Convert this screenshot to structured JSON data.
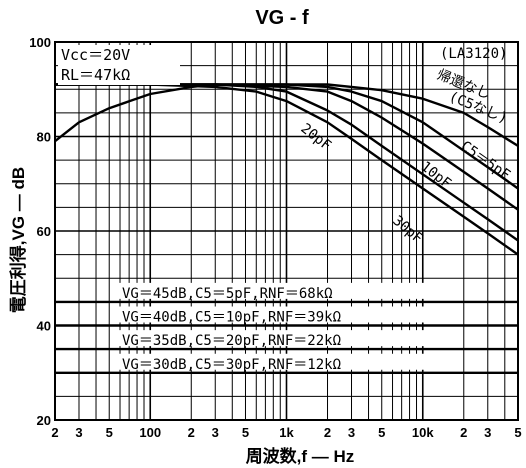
{
  "chart_data": {
    "type": "line",
    "title": "VG - f",
    "xlabel": "周波数,f — Hz",
    "ylabel": "電圧利得,VG — dB",
    "x_scale": "log",
    "xlim": [
      20,
      50000
    ],
    "ylim": [
      20,
      100
    ],
    "grid": true,
    "x_ticks": [
      {
        "value": 20,
        "label": "2"
      },
      {
        "value": 30,
        "label": "3"
      },
      {
        "value": 50,
        "label": "5"
      },
      {
        "value": 100,
        "label": "100"
      },
      {
        "value": 200,
        "label": "2"
      },
      {
        "value": 300,
        "label": "3"
      },
      {
        "value": 500,
        "label": "5"
      },
      {
        "value": 1000,
        "label": "1k"
      },
      {
        "value": 2000,
        "label": "2"
      },
      {
        "value": 3000,
        "label": "3"
      },
      {
        "value": 5000,
        "label": "5"
      },
      {
        "value": 10000,
        "label": "10k"
      },
      {
        "value": 20000,
        "label": "2"
      },
      {
        "value": 30000,
        "label": "3"
      },
      {
        "value": 50000,
        "label": "5"
      }
    ],
    "y_ticks": [
      {
        "value": 20,
        "label": "20"
      },
      {
        "value": 40,
        "label": "40"
      },
      {
        "value": 60,
        "label": "60"
      },
      {
        "value": 80,
        "label": "80"
      },
      {
        "value": 100,
        "label": "100"
      }
    ],
    "conditions": [
      "Vcc＝20V",
      "RL＝47kΩ"
    ],
    "annotations": [
      "(LA3120)",
      "帰還なし",
      "(C5なし)",
      "C5＝5pF",
      "10pF",
      "20pF",
      "30pF"
    ],
    "series": [
      {
        "name": "帰還なし (C5なし)",
        "x": [
          20,
          30,
          50,
          100,
          200,
          300,
          500,
          1000,
          2000,
          3000,
          5000,
          10000,
          20000,
          30000,
          50000
        ],
        "y": [
          79,
          83,
          86,
          89,
          90.5,
          91,
          91,
          91,
          91,
          90.5,
          89.8,
          88,
          85,
          82,
          78
        ]
      },
      {
        "name": "C5＝5pF",
        "x": [
          20,
          100,
          300,
          1000,
          2000,
          3000,
          5000,
          10000,
          20000,
          30000,
          50000
        ],
        "y": [
          91,
          91,
          91,
          91,
          90.5,
          89.5,
          87.5,
          83,
          77,
          73.5,
          69
        ]
      },
      {
        "name": "10pF",
        "x": [
          20,
          100,
          300,
          1000,
          2000,
          3000,
          5000,
          10000,
          20000,
          30000,
          50000
        ],
        "y": [
          91,
          91,
          91,
          90.5,
          89.5,
          87.5,
          84,
          78.5,
          72.5,
          69,
          64.5
        ]
      },
      {
        "name": "20pF",
        "x": [
          20,
          100,
          300,
          600,
          1000,
          2000,
          3000,
          5000,
          10000,
          20000,
          30000,
          50000
        ],
        "y": [
          91,
          91,
          91,
          90.5,
          89.5,
          85.5,
          82.5,
          78,
          72,
          66,
          62.5,
          58
        ]
      },
      {
        "name": "30pF",
        "x": [
          20,
          100,
          300,
          600,
          1000,
          2000,
          3000,
          5000,
          10000,
          20000,
          30000,
          50000
        ],
        "y": [
          91,
          91,
          90.5,
          89.5,
          87.5,
          83,
          79.5,
          75,
          69,
          63,
          59.5,
          55
        ]
      },
      {
        "name": "VG＝45dB,C5＝5pF,RNF＝68kΩ",
        "x": [
          20,
          50000
        ],
        "y": [
          45,
          45
        ]
      },
      {
        "name": "VG＝40dB,C5＝10pF,RNF＝39kΩ",
        "x": [
          20,
          50000
        ],
        "y": [
          40,
          40
        ]
      },
      {
        "name": "VG＝35dB,C5＝20pF,RNF＝22kΩ",
        "x": [
          20,
          50000
        ],
        "y": [
          35,
          35
        ]
      },
      {
        "name": "VG＝30dB,C5＝30pF,RNF＝12kΩ",
        "x": [
          20,
          50000
        ],
        "y": [
          30,
          30
        ]
      }
    ]
  }
}
